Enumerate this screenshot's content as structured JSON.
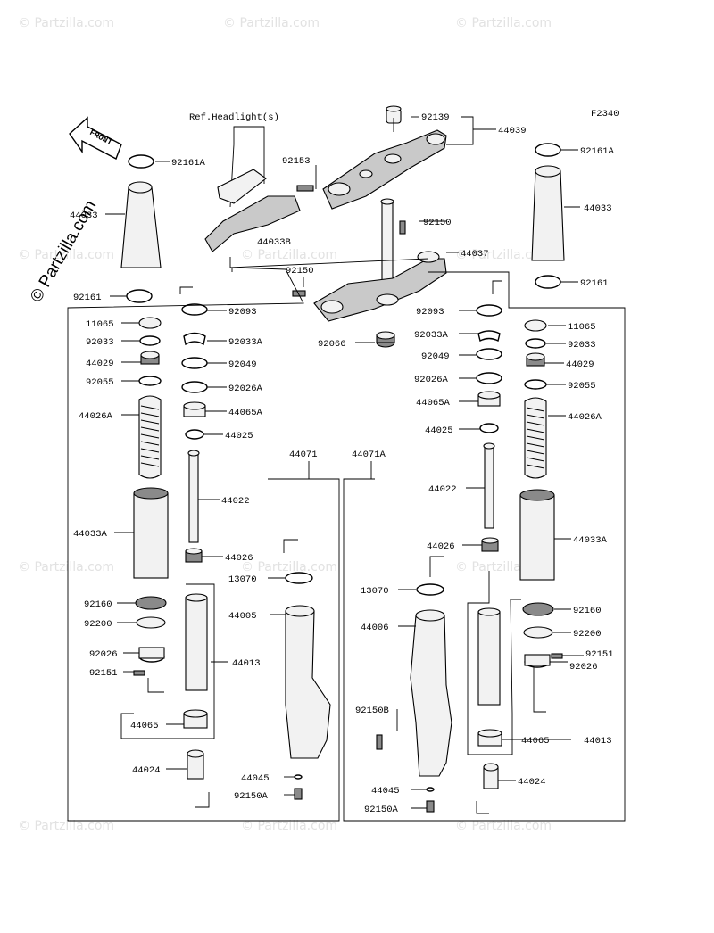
{
  "figure_code": "F2340",
  "ref_note": "Ref.Headlight(s)",
  "front_arrow": "FRONT",
  "watermark": "© Partzilla.com",
  "side_watermark": "© Partzilla.com",
  "labels": {
    "l92139": "92139",
    "l44039": "44039",
    "l92153": "92153",
    "l92161A_l": "92161A",
    "l92161A_r": "92161A",
    "l44033_l": "44033",
    "l44033_r": "44033",
    "l44033B": "44033B",
    "l92150_a": "92150",
    "l44037": "44037",
    "l92150_b": "92150",
    "l92161_l": "92161",
    "l92161_r": "92161",
    "l92066": "92066",
    "l92093_l": "92093",
    "l92093_r": "92093",
    "l11065_l": "11065",
    "l11065_r": "11065",
    "l92033_l": "92033",
    "l92033_r": "92033",
    "l92033A_l": "92033A",
    "l92033A_r": "92033A",
    "l44029_l": "44029",
    "l44029_r": "44029",
    "l92049_l": "92049",
    "l92049_r": "92049",
    "l92055_l": "92055",
    "l92055_r": "92055",
    "l92026A_l": "92026A",
    "l92026A_r": "92026A",
    "l44026A_l": "44026A",
    "l44026A_r": "44026A",
    "l44065A_l": "44065A",
    "l44065A_r": "44065A",
    "l44025_l": "44025",
    "l44025_r": "44025",
    "l44071": "44071",
    "l44071A": "44071A",
    "l44022_l": "44022",
    "l44022_r": "44022",
    "l44033A_l": "44033A",
    "l44033A_r": "44033A",
    "l44026_l": "44026",
    "l44026_r": "44026",
    "l13070_l": "13070",
    "l13070_r": "13070",
    "l92160_l": "92160",
    "l92160_r": "92160",
    "l44005": "44005",
    "l44006": "44006",
    "l92200_l": "92200",
    "l92200_r": "92200",
    "l92026_l": "92026",
    "l92026_r": "92026",
    "l92151_l": "92151",
    "l92151_r": "92151",
    "l44013_l": "44013",
    "l44013_r": "44013",
    "l92150B": "92150B",
    "l44065_l": "44065",
    "l44065_r": "44065",
    "l44024_l": "44024",
    "l44024_r": "44024",
    "l44045_l": "44045",
    "l44045_r": "44045",
    "l92150A_l": "92150A",
    "l92150A_r": "92150A"
  }
}
